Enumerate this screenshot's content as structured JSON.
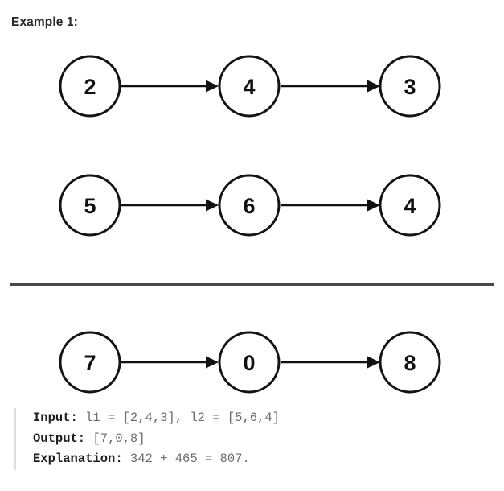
{
  "page": {
    "title": "Example 1:",
    "background": "#ffffff"
  },
  "colors": {
    "node_stroke": "#141414",
    "node_fill": "#ffffff",
    "node_text": "#111111",
    "edge": "#111111",
    "divider": "#4a4a4a",
    "code_label": "#1d1d1d",
    "code_value": "#6b6b6b",
    "code_border": "#dcdcdc",
    "title_text": "#262626"
  },
  "diagram": {
    "type": "linked-list",
    "rows": [
      {
        "name": "input-list-1",
        "nodes": [
          "2",
          "4",
          "3"
        ],
        "edges": [
          "arrow-right",
          "arrow-right"
        ]
      },
      {
        "name": "input-list-2",
        "nodes": [
          "5",
          "6",
          "4"
        ],
        "edges": [
          "arrow-right",
          "arrow-right"
        ]
      },
      {
        "name": "output-list",
        "nodes": [
          "7",
          "0",
          "8"
        ],
        "edges": [
          "arrow-right",
          "arrow-right"
        ]
      }
    ]
  },
  "code": {
    "lines": [
      {
        "label": "Input:",
        "value": " l1 = [2,4,3], l2 = [5,6,4]"
      },
      {
        "label": "Output:",
        "value": " [7,0,8]"
      },
      {
        "label": "Explanation:",
        "value": " 342 + 465 = 807."
      }
    ]
  }
}
